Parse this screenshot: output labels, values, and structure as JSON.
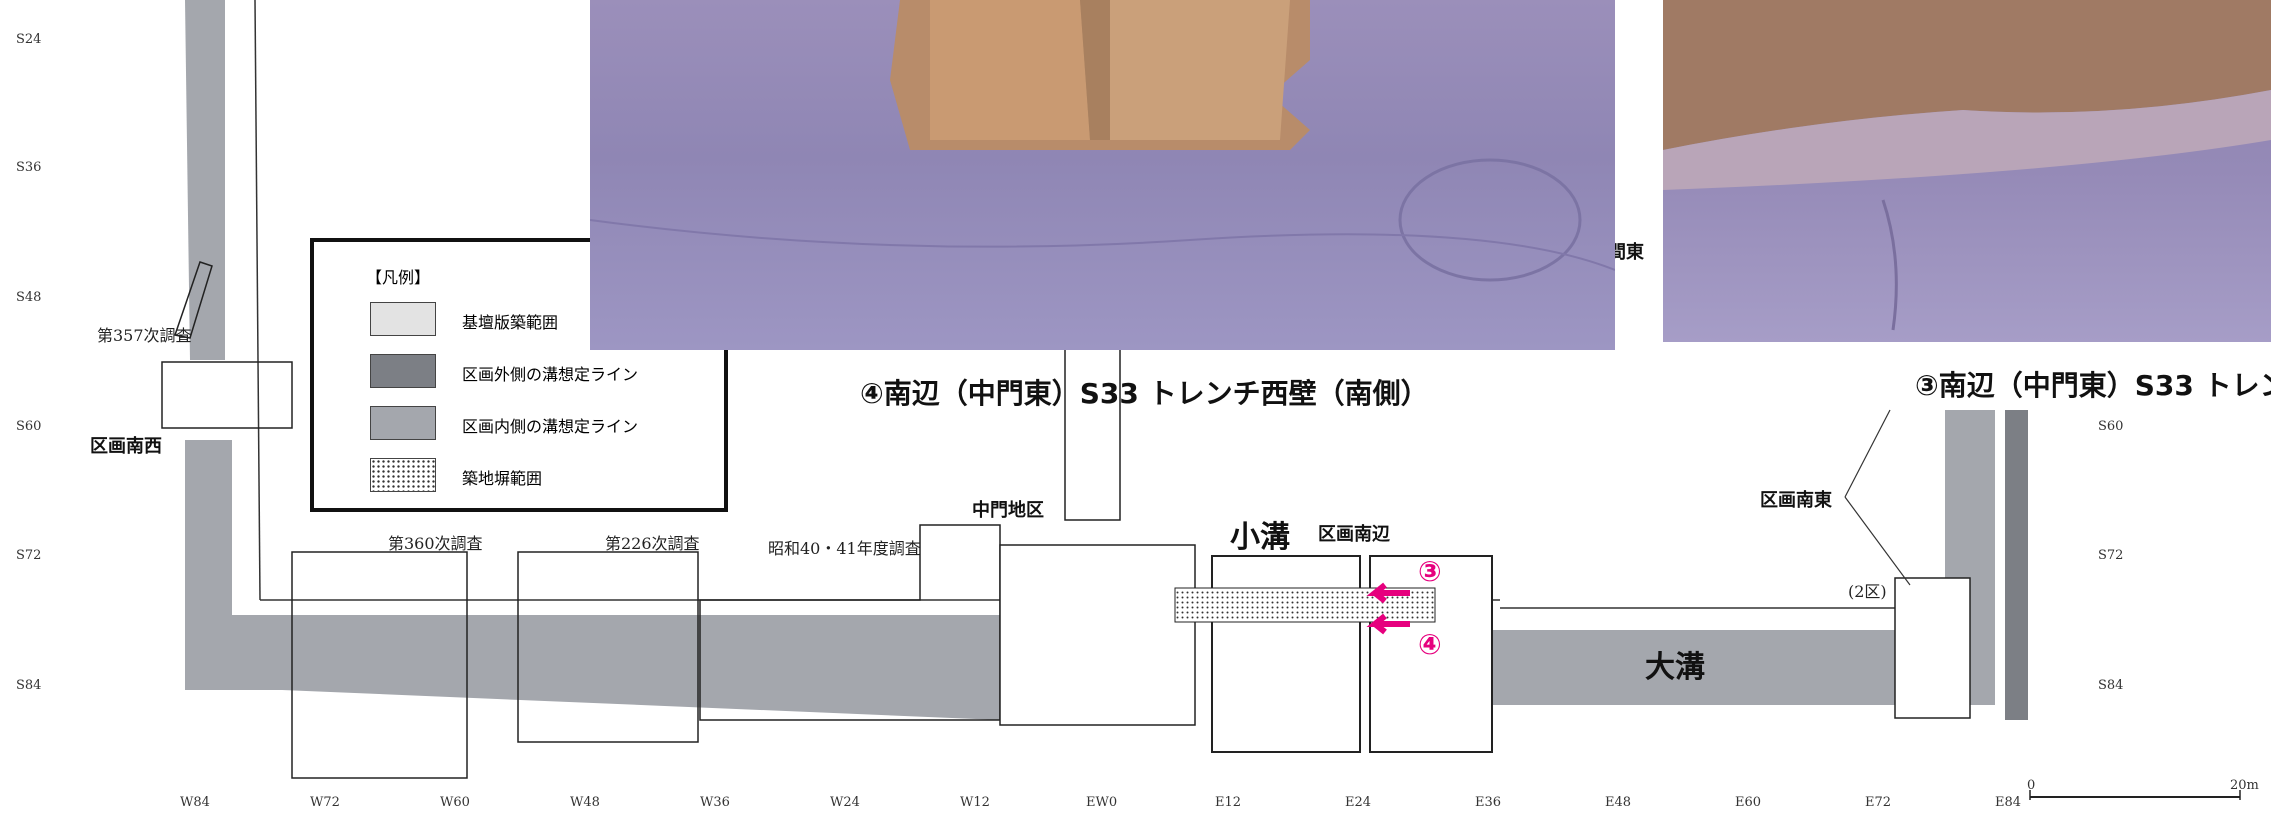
{
  "y_ticks": [
    "S24",
    "S36",
    "S48",
    "S60",
    "S72",
    "S84"
  ],
  "y_ticks_right": [
    "S60",
    "S72",
    "S84"
  ],
  "x_ticks": [
    "W84",
    "W72",
    "W60",
    "W48",
    "W36",
    "W24",
    "W12",
    "EW0",
    "E12",
    "E24",
    "E36",
    "E48",
    "E60",
    "E72",
    "E84"
  ],
  "scale": {
    "start": "0",
    "end": "20m"
  },
  "legend": {
    "title": "【凡例】",
    "items": [
      {
        "label": "基壇版築範囲",
        "color": "#e3e3e3"
      },
      {
        "label": "区画外側の溝想定ライン",
        "color": "#7c7f85"
      },
      {
        "label": "区画内側の溝想定ライン",
        "color": "#a4a7ad"
      },
      {
        "label": "築地塀範囲",
        "color": "dotted"
      }
    ]
  },
  "labels": {
    "survey_357": "第357次調査",
    "survey_360": "第360次調査",
    "survey_226": "第226次調査",
    "survey_showa": "昭和40・41年度調査",
    "kukaku_nansei": "区画南西",
    "chumon_area": "中門地区",
    "kukaku_nanpen": "区画南辺",
    "kukaku_nantou": "区画南東",
    "small_ditch": "小溝",
    "big_ditch": "大溝",
    "zone2": "(2区)",
    "marker3": "③",
    "marker4": "④",
    "partial_east": "間東"
  },
  "photos": {
    "caption4": "④南辺（中門東）S33 トレンチ西壁（南側）",
    "caption3": "③南辺（中門東）S33 トレン"
  },
  "colors": {
    "outer_ditch": "#7c7f85",
    "inner_ditch": "#a4a7ad",
    "magenta": "#e6007e",
    "photo_purple": "#8f86b4"
  }
}
